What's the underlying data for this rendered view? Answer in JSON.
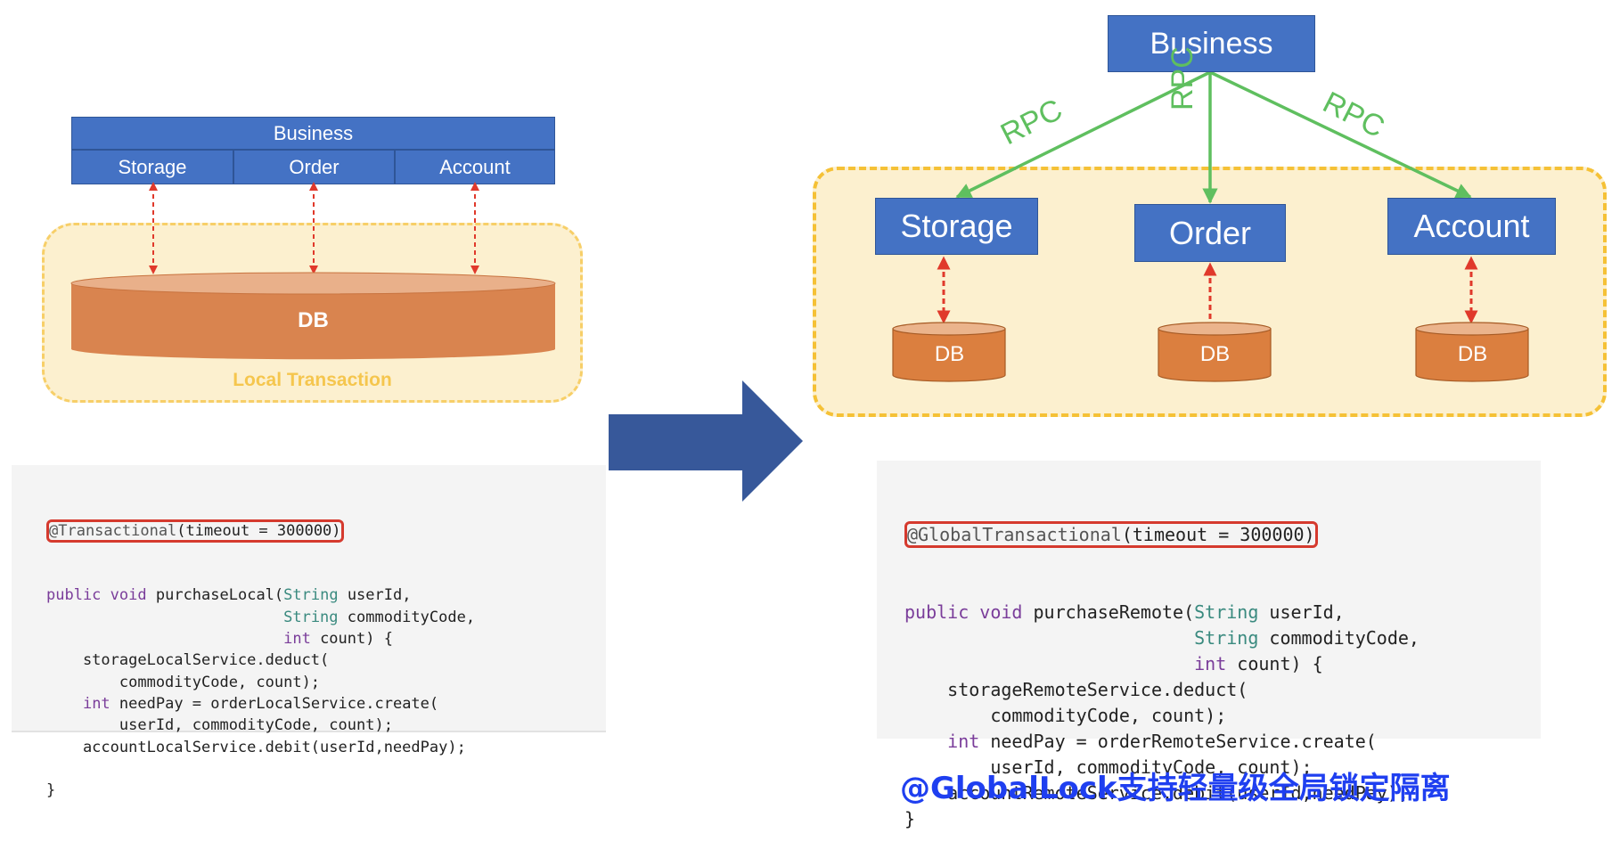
{
  "left_diagram": {
    "business_label": "Business",
    "services": [
      "Storage",
      "Order",
      "Account"
    ],
    "db_label": "DB",
    "transaction_label": "Local Transaction"
  },
  "right_diagram": {
    "business_label": "Business",
    "rpc_labels": [
      "RPC",
      "RPC",
      "RPC"
    ],
    "services": [
      "Storage",
      "Order",
      "Account"
    ],
    "db_labels": [
      "DB",
      "DB",
      "DB"
    ]
  },
  "left_code": {
    "annotation": "@Transactional",
    "annotation_args": "(timeout = 300000)",
    "lines": [
      [
        "kw:public",
        "sp: ",
        "kw:void",
        "sp: purchaseLocal(",
        "typ:String",
        "sp: userId,"
      ],
      [
        "sp:                          ",
        "typ:String",
        "sp: commodityCode,"
      ],
      [
        "sp:                          ",
        "kw:int",
        "sp: count) {"
      ],
      [
        "sp:    storageLocalService.deduct("
      ],
      [
        "sp:        commodityCode, count);"
      ],
      [
        "sp:    ",
        "kw:int",
        "sp: needPay = orderLocalService.create("
      ],
      [
        "sp:        userId, commodityCode, count);"
      ],
      [
        "sp:    accountLocalService.debit(userId,needPay);"
      ],
      [
        "sp: "
      ],
      [
        "sp:}"
      ]
    ]
  },
  "right_code": {
    "annotation": "@GlobalTransactional",
    "annotation_args": "(timeout = 300000)",
    "lines": [
      [
        "kw:public",
        "sp: ",
        "kw:void",
        "sp: purchaseRemote(",
        "typ:String",
        "sp: userId,"
      ],
      [
        "sp:                           ",
        "typ:String",
        "sp: commodityCode,"
      ],
      [
        "sp:                           ",
        "kw:int",
        "sp: count) {"
      ],
      [
        "sp:    storageRemoteService.deduct("
      ],
      [
        "sp:        commodityCode, count);"
      ],
      [
        "sp:    ",
        "kw:int",
        "sp: needPay = orderRemoteService.create("
      ],
      [
        "sp:        userId, commodityCode, count);"
      ],
      [
        "sp:    accountRemoteService.debit(userId,needPay);"
      ],
      [
        "sp:}"
      ]
    ]
  },
  "footer_note": "@GlobalLock支持轻量级全局锁定隔离",
  "colors": {
    "node_blue": "#4472c4",
    "db_orange": "#d9844f",
    "rpc_green": "#5fbf5f",
    "dashed_arrow_red": "#e0392b",
    "highlight_red": "#d53a2e",
    "big_arrow": "#37589a"
  }
}
